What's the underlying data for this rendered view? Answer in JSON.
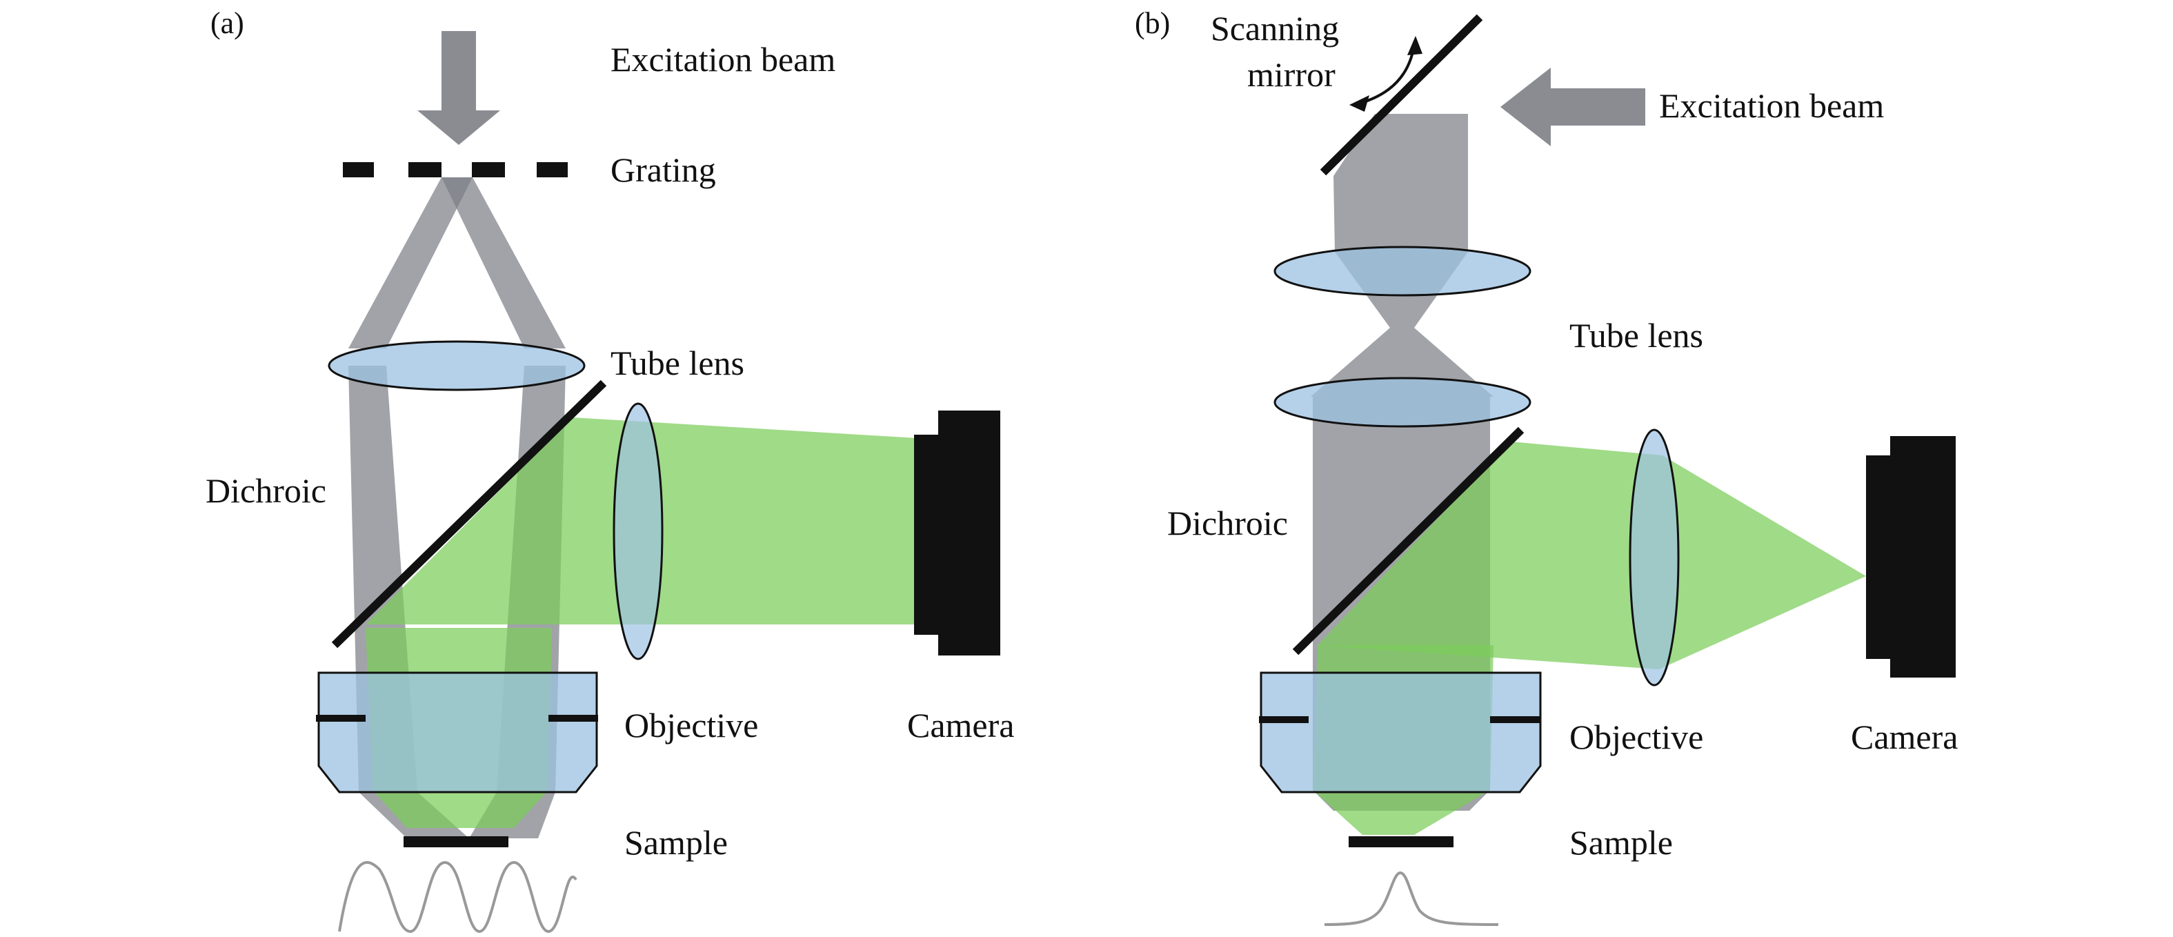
{
  "panel_a": {
    "tag": "(a)",
    "labels": {
      "excitation_beam": "Excitation beam",
      "grating": "Grating",
      "tube_lens": "Tube lens",
      "dichroic": "Dichroic",
      "objective": "Objective",
      "camera": "Camera",
      "sample": "Sample"
    }
  },
  "panel_b": {
    "tag": "(b)",
    "labels": {
      "scanning_mirror_line1": "Scanning",
      "scanning_mirror_line2": "mirror",
      "excitation_beam": "Excitation beam",
      "tube_lens": "Tube lens",
      "dichroic": "Dichroic",
      "objective": "Objective",
      "camera": "Camera",
      "sample": "Sample"
    }
  },
  "colors": {
    "excitation_gray": "#7d7f86",
    "emission_green": "#7ccd5a",
    "lens_blue": "#9cc2e2",
    "black": "#111111"
  }
}
